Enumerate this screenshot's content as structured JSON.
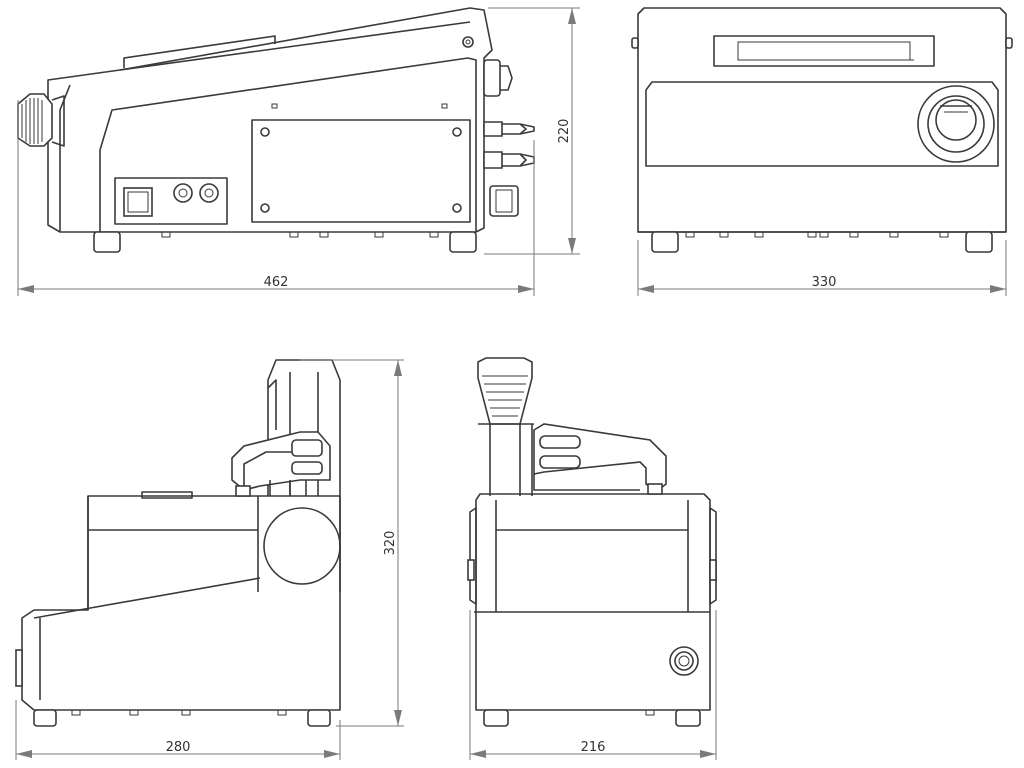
{
  "dimensions": {
    "side_width": "462",
    "side_height": "220",
    "front_width": "330",
    "end_height": "320",
    "end_width": "280",
    "rear_width": "216"
  },
  "colors": {
    "line": "#3a3a3a",
    "dimension": "#7a7a7a",
    "background": "#ffffff"
  }
}
